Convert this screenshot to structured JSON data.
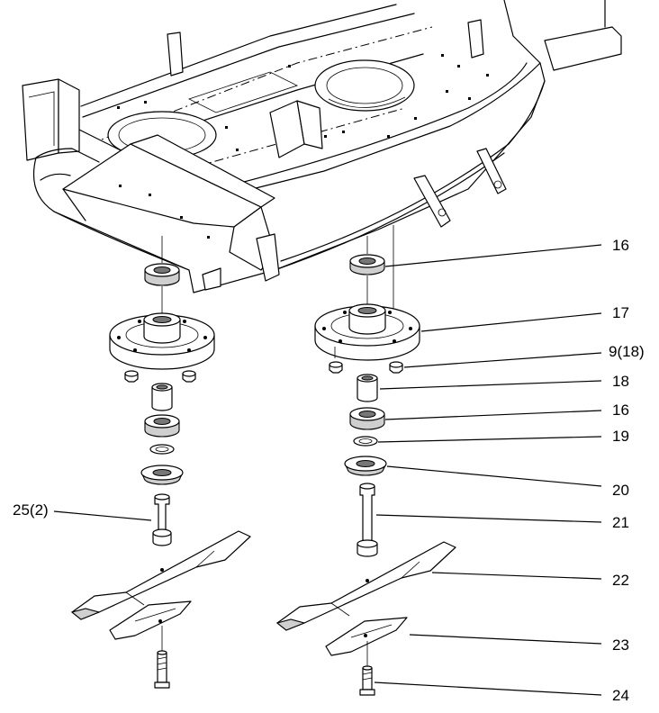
{
  "callouts": {
    "c16a": "16",
    "c17": "17",
    "c9": "9(18)",
    "c18": "18",
    "c16b": "16",
    "c19": "19",
    "c20": "20",
    "c21": "21",
    "c22": "22",
    "c23": "23",
    "c24": "24",
    "c25": "25(2)"
  }
}
